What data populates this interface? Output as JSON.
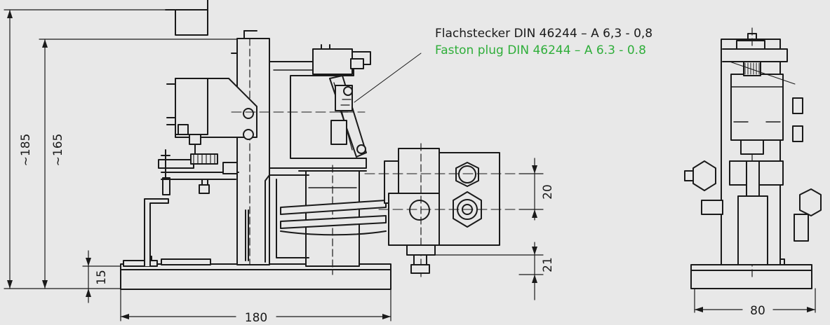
{
  "callout": {
    "de": "Flachstecker DIN 46244 – A 6,3 - 0,8",
    "en": "Faston plug DIN 46244 – A 6.3 - 0.8"
  },
  "dimensions": {
    "overall_height": "~185",
    "frame_height": "~165",
    "base_height": "15",
    "base_width": "180",
    "offset_20": "20",
    "offset_21": "21",
    "side_width": "80"
  },
  "colors": {
    "background": "#e8e8e8",
    "line": "#1a1a1a",
    "callout_en": "#2fae3a"
  }
}
